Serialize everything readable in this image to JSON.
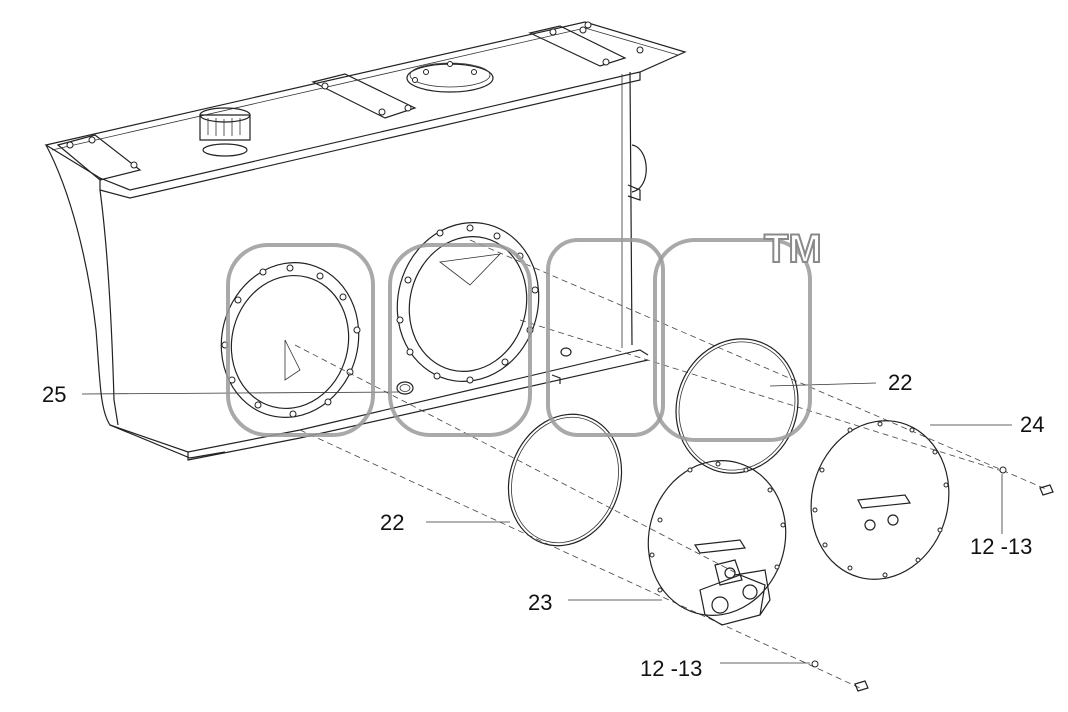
{
  "labels": {
    "l25": "25",
    "l22a": "22",
    "l22b": "22",
    "l24": "24",
    "l23": "23",
    "l1213a": "12 -13",
    "l1213b": "12 -13"
  },
  "watermark": {
    "tm": "TM"
  }
}
